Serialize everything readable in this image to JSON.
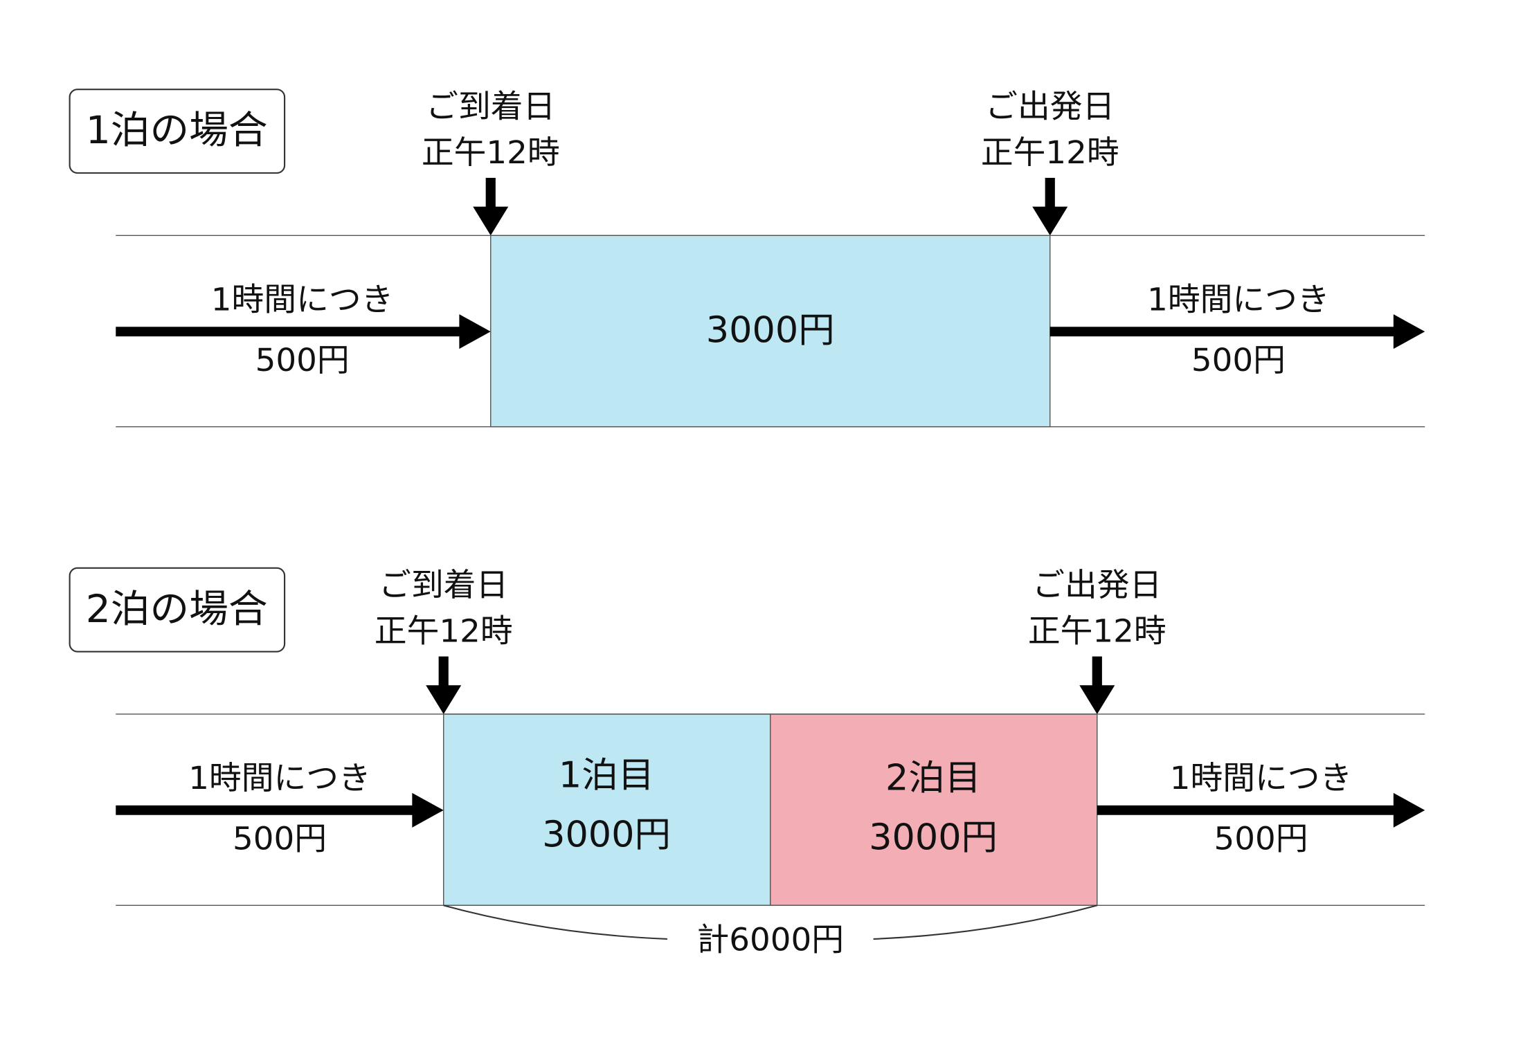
{
  "colors": {
    "first_night": "#bde8f3",
    "second_night": "#f2adb5",
    "line": "#555555",
    "arrow": "#000000"
  },
  "one_night": {
    "title": "1泊の場合",
    "arrival": {
      "line1": "ご到着日",
      "line2": "正午12時"
    },
    "departure": {
      "line1": "ご出発日",
      "line2": "正午12時"
    },
    "before": {
      "rate": "1時間につき",
      "price": "500円"
    },
    "stay": {
      "price": "3000円"
    },
    "after": {
      "rate": "1時間につき",
      "price": "500円"
    }
  },
  "two_nights": {
    "title": "2泊の場合",
    "arrival": {
      "line1": "ご到着日",
      "line2": "正午12時"
    },
    "departure": {
      "line1": "ご出発日",
      "line2": "正午12時"
    },
    "before": {
      "rate": "1時間につき",
      "price": "500円"
    },
    "night1": {
      "label": "1泊目",
      "price": "3000円"
    },
    "night2": {
      "label": "2泊目",
      "price": "3000円"
    },
    "after": {
      "rate": "1時間につき",
      "price": "500円"
    },
    "total": "計6000円"
  }
}
